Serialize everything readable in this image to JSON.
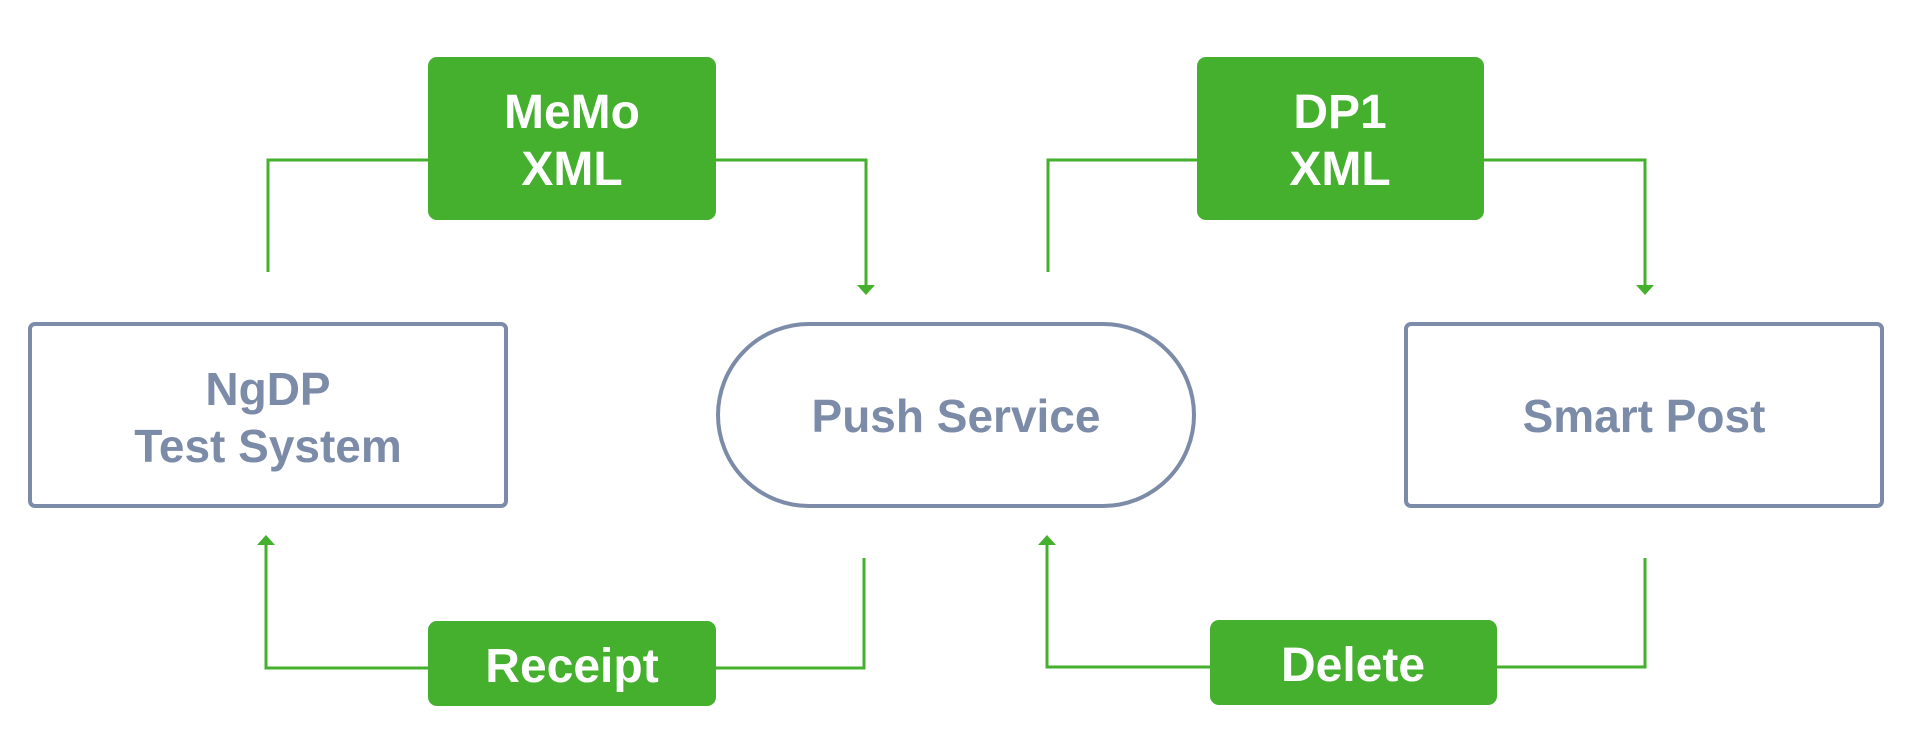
{
  "colors": {
    "flow_green": "#44b02e",
    "node_gray": "#7b8ba8",
    "background": "#ffffff"
  },
  "nodes": {
    "ngdp": {
      "line1": "NgDP",
      "line2": "Test System"
    },
    "push_service": {
      "label": "Push Service"
    },
    "smart_post": {
      "label": "Smart Post"
    }
  },
  "flows": {
    "memo_xml": {
      "line1": "MeMo",
      "line2": "XML"
    },
    "dp1_xml": {
      "line1": "DP1",
      "line2": "XML"
    },
    "receipt": {
      "label": "Receipt"
    },
    "delete": {
      "label": "Delete"
    }
  }
}
